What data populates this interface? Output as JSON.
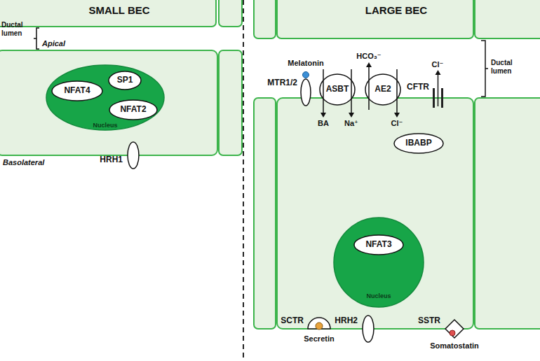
{
  "diagram": {
    "nodes": [
      {
        "text": [
          "Nucleus"
        ]
      },
      {
        "text": [
          "NFAT4"
        ],
        "in": 0
      },
      {
        "text": [
          "SP1"
        ],
        "in": 0
      },
      {
        "text": [
          "NFAT2"
        ],
        "in": 0
      },
      {
        "text": [
          "HRH1"
        ]
      },
      {
        "text": [
          "MTR1/2"
        ]
      },
      {
        "text": [
          "ASBT"
        ]
      },
      {
        "text": [
          "AE2"
        ]
      },
      {
        "text": [
          "IBABP"
        ]
      },
      {
        "text": [
          "Nucleus"
        ]
      },
      {
        "text": [
          "NFAT3"
        ],
        "in": 9
      },
      {
        "text": [
          "SCTR"
        ]
      },
      {
        "text": [
          "HRH2"
        ]
      },
      {
        "text": [
          "SSTR"
        ]
      }
    ],
    "labels": [
      "SMALL BEC",
      "Ductal lumen",
      "Apical",
      "Basolateral",
      "LARGE BEC",
      "Melatonin",
      "BA",
      "Na⁺",
      "HCO₃⁻",
      "Cl⁻",
      "Cl⁻",
      "CFTR",
      "Ductal lumen",
      "Secretin",
      "Somatostatin"
    ]
  }
}
